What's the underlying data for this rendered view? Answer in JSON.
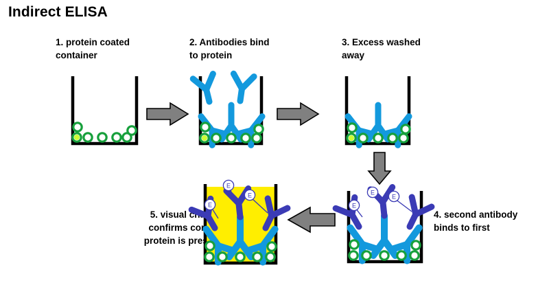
{
  "diagram": {
    "title": "Indirect ELISA",
    "type": "process-flow",
    "steps": [
      {
        "id": "step-1",
        "number": "1",
        "caption": "1. protein coated\ncontainer",
        "contents": [
          "container",
          "green-protein-rings"
        ],
        "well_fill": "white"
      },
      {
        "id": "step-2",
        "number": "2",
        "caption": "2. Antibodies bind\nto protein",
        "contents": [
          "container",
          "green-protein-rings",
          "bound-primary-antibodies",
          "free-primary-antibodies"
        ],
        "well_fill": "white"
      },
      {
        "id": "step-3",
        "number": "3",
        "caption": "3. Excess washed\naway",
        "contents": [
          "container",
          "green-protein-rings",
          "bound-primary-antibodies"
        ],
        "well_fill": "white"
      },
      {
        "id": "step-4",
        "number": "4",
        "caption": "4. second antibody\nbinds to first",
        "contents": [
          "container",
          "green-protein-rings",
          "bound-primary-antibodies",
          "secondary-antibodies",
          "enzyme-markers"
        ],
        "well_fill": "white"
      },
      {
        "id": "step-5",
        "number": "5",
        "caption": "5. visual change\nconfirms correct\nprotein is present",
        "contents": [
          "container",
          "green-protein-rings",
          "bound-primary-antibodies",
          "secondary-antibodies",
          "enzyme-markers",
          "yellow-substrate"
        ],
        "well_fill": "yellow"
      }
    ],
    "arrows": [
      {
        "id": "arrow-1-to-2",
        "direction": "right"
      },
      {
        "id": "arrow-2-to-3",
        "direction": "right"
      },
      {
        "id": "arrow-3-to-4",
        "direction": "down"
      },
      {
        "id": "arrow-4-to-5",
        "direction": "left"
      }
    ],
    "enzyme_label": "E",
    "colors": {
      "primary_antibody": "#1399dd",
      "secondary_antibody": "#3b3bb5",
      "protein_ring": "#17a03c",
      "substrate_yellow": "#ffee00",
      "arrow_fill": "#808080",
      "arrow_stroke": "#000000",
      "container_stroke": "#000000",
      "text": "#000000"
    }
  }
}
